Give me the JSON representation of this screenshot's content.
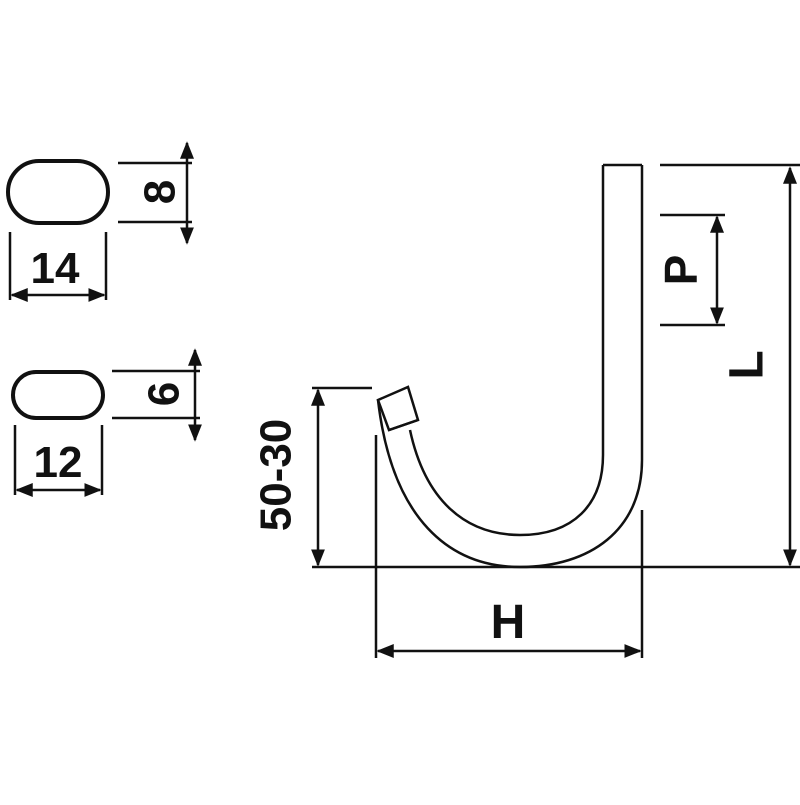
{
  "colors": {
    "line": "#111111",
    "background": "#ffffff"
  },
  "sections": {
    "large": {
      "height_label": "8",
      "width_label": "14"
    },
    "small": {
      "height_label": "6",
      "width_label": "12"
    }
  },
  "hook": {
    "pitch_label": "P",
    "length_label": "L",
    "rise_label": "50-30",
    "width_label": "H"
  }
}
